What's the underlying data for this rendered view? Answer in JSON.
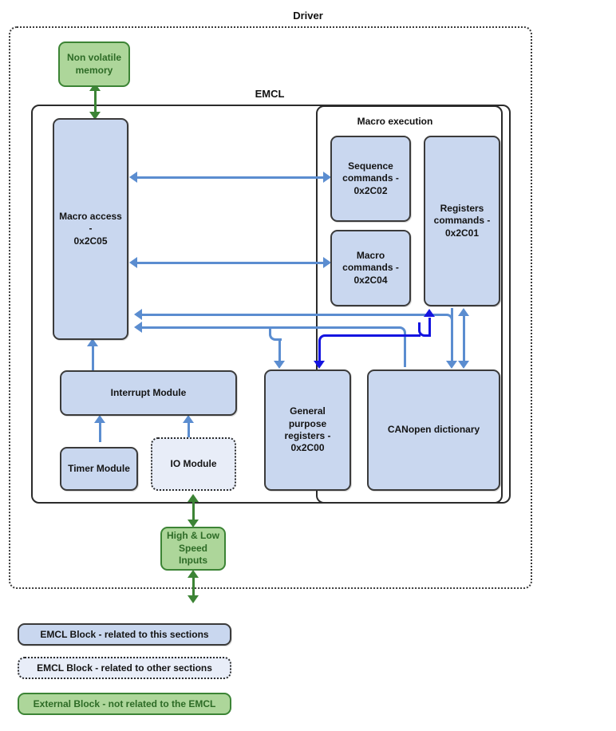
{
  "diagram": {
    "title": "Driver",
    "containers": [
      {
        "id": "driver",
        "label": "Driver",
        "style": "dotted"
      },
      {
        "id": "emcl",
        "label": "EMCL",
        "style": "solid"
      },
      {
        "id": "macro_execution",
        "label": "Macro execution",
        "style": "solid"
      }
    ],
    "blocks": [
      {
        "id": "non_volatile_memory",
        "label": "Non volatile\nmemory",
        "kind": "external-block"
      },
      {
        "id": "macro_access",
        "label": "Macro access -\n0x2C05",
        "kind": "emcl-block"
      },
      {
        "id": "sequence_commands",
        "label": "Sequence\ncommands -\n0x2C02",
        "kind": "emcl-block"
      },
      {
        "id": "macro_commands",
        "label": "Macro\ncommands -\n0x2C04",
        "kind": "emcl-block"
      },
      {
        "id": "registers_commands",
        "label": "Registers\ncommands -\n0x2C01",
        "kind": "emcl-block"
      },
      {
        "id": "interrupt_module",
        "label": "Interrupt Module",
        "kind": "emcl-block"
      },
      {
        "id": "timer_module",
        "label": "Timer Module",
        "kind": "emcl-block"
      },
      {
        "id": "io_module",
        "label": "IO Module",
        "kind": "emcl-block-other"
      },
      {
        "id": "general_purpose_registers",
        "label": "General purpose\nregisters -\n0x2C00",
        "kind": "emcl-block"
      },
      {
        "id": "canopen_dictionary",
        "label": "CANopen dictionary",
        "kind": "emcl-block"
      },
      {
        "id": "high_low_speed_inputs",
        "label": "High & Low\nSpeed Inputs",
        "kind": "external-block"
      }
    ],
    "legend": [
      {
        "id": "legend_emcl_this",
        "label": "EMCL Block - related to this sections",
        "kind": "emcl-block"
      },
      {
        "id": "legend_emcl_other",
        "label": "EMCL Block - related to other sections",
        "kind": "emcl-block-other"
      },
      {
        "id": "legend_external",
        "label": "External Block - not related to the EMCL",
        "kind": "external-block"
      }
    ],
    "colors": {
      "emcl_block_fill": "#c9d7ef",
      "emcl_block_border": "#3b3b3b",
      "emcl_other_fill": "#e8edf8",
      "external_fill": "#add69a",
      "external_border": "#3c8435",
      "external_text": "#2d6b26",
      "connector_light_blue": "#5b8dd0",
      "connector_dark_blue": "#1414e0",
      "connector_green": "#3c8435",
      "container_border": "#2b2b2b",
      "background": "#ffffff"
    },
    "connections": [
      {
        "from": "non_volatile_memory",
        "to": "macro_access",
        "direction": "bidirectional",
        "color": "green"
      },
      {
        "from": "macro_access",
        "to": "sequence_commands",
        "direction": "bidirectional",
        "color": "light-blue"
      },
      {
        "from": "macro_access",
        "to": "macro_commands",
        "direction": "bidirectional",
        "color": "light-blue"
      },
      {
        "from": "registers_commands",
        "to": "macro_access",
        "direction": "to",
        "color": "light-blue"
      },
      {
        "from": "canopen_dictionary",
        "to": "macro_access",
        "direction": "to",
        "color": "light-blue"
      },
      {
        "from": "interrupt_module",
        "to": "macro_access",
        "direction": "to",
        "color": "light-blue"
      },
      {
        "from": "timer_module",
        "to": "interrupt_module",
        "direction": "to",
        "color": "light-blue"
      },
      {
        "from": "io_module",
        "to": "interrupt_module",
        "direction": "to",
        "color": "light-blue"
      },
      {
        "from": "macro_access",
        "to": "general_purpose_registers",
        "direction": "to",
        "color": "light-blue"
      },
      {
        "from": "registers_commands",
        "to": "general_purpose_registers",
        "direction": "to",
        "color": "dark-blue"
      },
      {
        "from": "general_purpose_registers",
        "to": "registers_commands",
        "direction": "to",
        "color": "dark-blue"
      },
      {
        "from": "canopen_dictionary",
        "to": "registers_commands",
        "direction": "bidirectional",
        "color": "light-blue"
      },
      {
        "from": "io_module",
        "to": "high_low_speed_inputs",
        "direction": "bidirectional",
        "color": "green"
      },
      {
        "from": "high_low_speed_inputs",
        "to": "driver_external",
        "direction": "bidirectional",
        "color": "green"
      }
    ]
  }
}
